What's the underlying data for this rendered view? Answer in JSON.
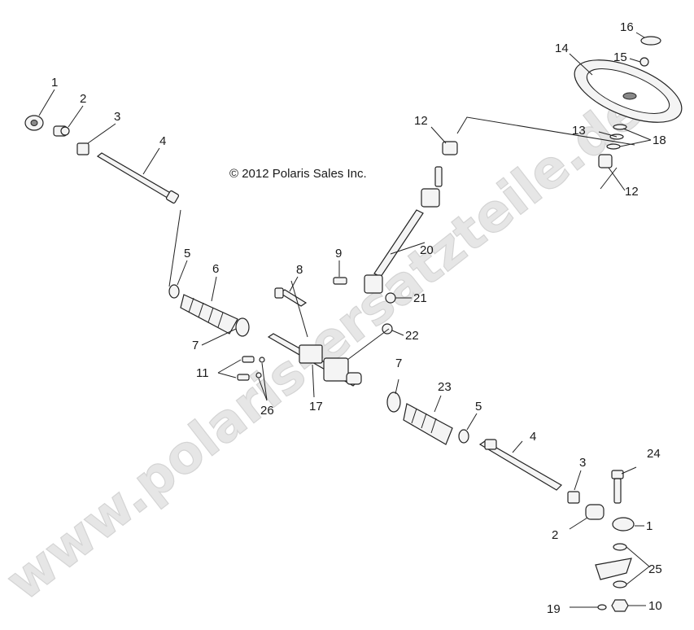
{
  "copyright": "© 2012 Polaris Sales Inc.",
  "watermark": "www.polaris-ersatzteile.de",
  "callouts": {
    "c1a": "1",
    "c2a": "2",
    "c3a": "3",
    "c4a": "4",
    "c5a": "5",
    "c6": "6",
    "c7a": "7",
    "c8": "8",
    "c9": "9",
    "c11": "11",
    "c12a": "12",
    "c12b": "12",
    "c13": "13",
    "c14": "14",
    "c15": "15",
    "c16": "16",
    "c17": "17",
    "c18": "18",
    "c20": "20",
    "c21": "21",
    "c22": "22",
    "c7b": "7",
    "c23": "23",
    "c5b": "5",
    "c26": "26",
    "c4b": "4",
    "c3b": "3",
    "c24": "24",
    "c2b": "2",
    "c1b": "1",
    "c25": "25",
    "c19": "19",
    "c10": "10"
  }
}
